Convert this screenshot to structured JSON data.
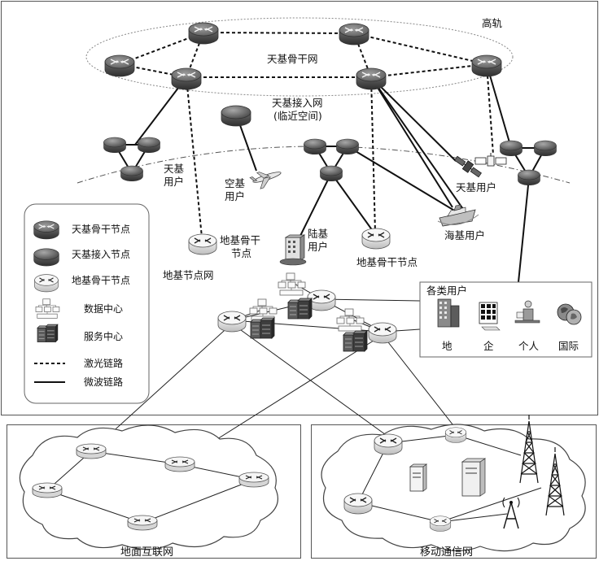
{
  "labels": {
    "orbit": "高轨",
    "space_backbone": "天基骨干网",
    "space_access_line1": "天基接入网",
    "space_access_line2": "(临近空间)",
    "space_user_left_line1": "天基",
    "space_user_left_line2": "用户",
    "air_user_line1": "空基",
    "air_user_line2": "用户",
    "land_user_line1": "陆基",
    "land_user_line2": "用户",
    "ground_backbone_left_line1": "地基骨干",
    "ground_backbone_left_line2": "节点",
    "ground_backbone_right": "地基骨干节点",
    "sea_user": "海基用户",
    "space_user_right": "天基用户",
    "ground_node_network": "地基节点网",
    "internet": "地面互联网",
    "mobile": "移动通信网"
  },
  "legend": [
    "天基骨干节点",
    "天基接入节点",
    "地基骨干节点",
    "数据中心",
    "服务中心",
    "激光链路",
    "微波链路"
  ],
  "users_box": {
    "title": "各类用户",
    "items": [
      "地",
      "企",
      "个人",
      "国际"
    ]
  }
}
